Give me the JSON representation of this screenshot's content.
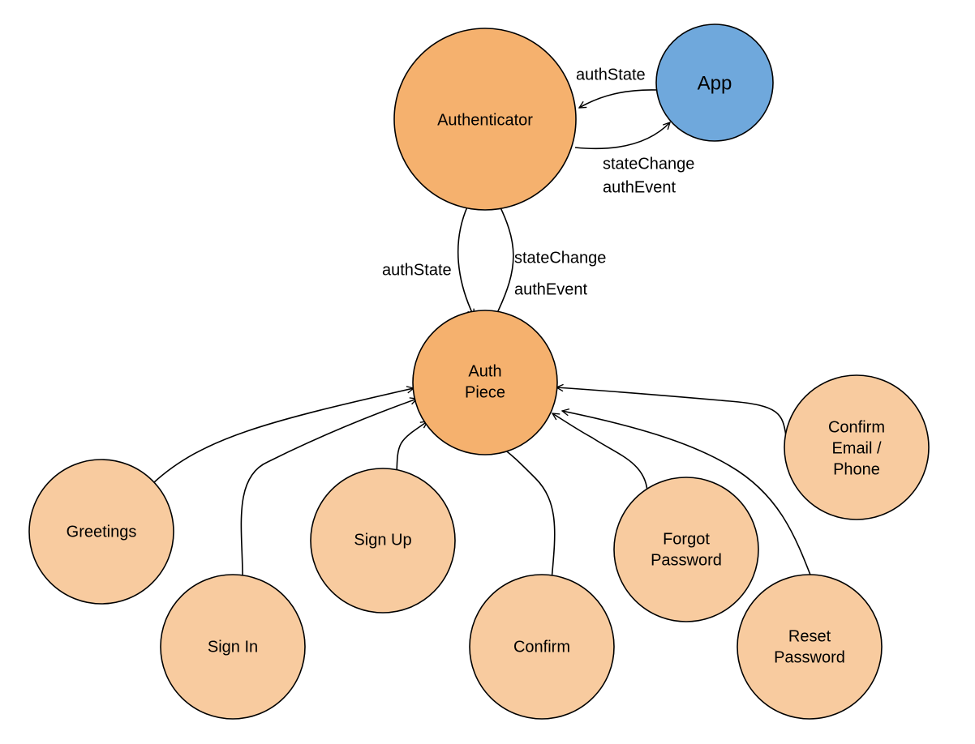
{
  "colors": {
    "main_node": "#F5B16E",
    "child_node": "#F8CB9F",
    "app_node": "#6FA8DC",
    "stroke": "#000000"
  },
  "nodes": {
    "authenticator": {
      "label": "Authenticator"
    },
    "app": {
      "label": "App"
    },
    "auth_piece": {
      "line1": "Auth",
      "line2": "Piece"
    },
    "greetings": {
      "label": "Greetings"
    },
    "sign_in": {
      "label": "Sign In"
    },
    "sign_up": {
      "label": "Sign Up"
    },
    "confirm": {
      "label": "Confirm"
    },
    "forgot_password": {
      "line1": "Forgot",
      "line2": "Password"
    },
    "reset_password": {
      "line1": "Reset",
      "line2": "Password"
    },
    "confirm_email_phone": {
      "line1": "Confirm",
      "line2": "Email /",
      "line3": "Phone"
    }
  },
  "edges": {
    "app_to_authenticator": {
      "label": "authState"
    },
    "authenticator_to_app": {
      "line1": "stateChange",
      "line2": "authEvent"
    },
    "authenticator_to_auth_piece": {
      "label": "authState"
    },
    "auth_piece_to_authenticator": {
      "line1": "stateChange",
      "line2": "authEvent"
    }
  }
}
